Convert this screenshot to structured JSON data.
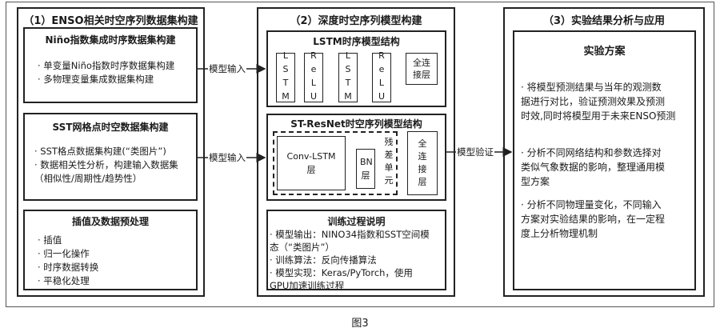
{
  "col1": {
    "title": "（1）ENSO相关时空序列数据集构建",
    "box1": {
      "title": "Niño指数集成时序数据集构建",
      "items": [
        "· 单变量Niño指数时序数据集构建",
        "· 多物理变量集成数据集构建"
      ]
    },
    "box2": {
      "title": "SST网格点时空数据集构建",
      "items": [
        "· SST格点数据集构建(“类图片”)",
        "· 数据相关性分析，构建输入数据集",
        "（相似性/周期性/趋势性）"
      ]
    },
    "box3": {
      "title": "插值及数据预处理",
      "items": [
        "· 插值",
        "· 归一化操作",
        "· 时序数据转换",
        "· 平稳化处理"
      ]
    }
  },
  "col2": {
    "title": "（2）深度时空序列模型构建",
    "lstm": {
      "title": "LSTM时序模型结构",
      "blocks": [
        "LSTM",
        "ReLU",
        "LSTM",
        "ReLU"
      ],
      "fc": "全连接层"
    },
    "st": {
      "title": "ST-ResNet时空序列模型结构",
      "conv": "Conv-LSTM层",
      "bn": "BN层",
      "res": "残差单元",
      "fc": "全连接层"
    },
    "train": {
      "title": "训练过程说明",
      "items": [
        "· 模型输出：NINO34指数和SST空间模",
        "态（“类图片”）",
        "· 训练算法：反向传播算法",
        "· 模型实现：Keras/PyTorch，使用",
        "GPU加速训练过程"
      ]
    }
  },
  "col3": {
    "title": "（3）实验结果分析与应用",
    "box": {
      "title": "实验方案",
      "p1": [
        "· 将模型预测结果与当年的观测数",
        "据进行对比，验证预测效果及预测",
        "时效,同时将模型用于未来ENSO预测"
      ],
      "p2": [
        "· 分析不同网络结构和参数选择对",
        "类似气象数据的影响，整理通用模",
        "型方案"
      ],
      "p3": [
        "· 分析不同物理量变化，不同输入",
        "方案对实验结果的影响，在一定程",
        "度上分析物理机制"
      ]
    }
  },
  "arrows": {
    "input1": "模型输入",
    "input2": "模型输入",
    "validate": "模型验证"
  },
  "caption": "图3"
}
